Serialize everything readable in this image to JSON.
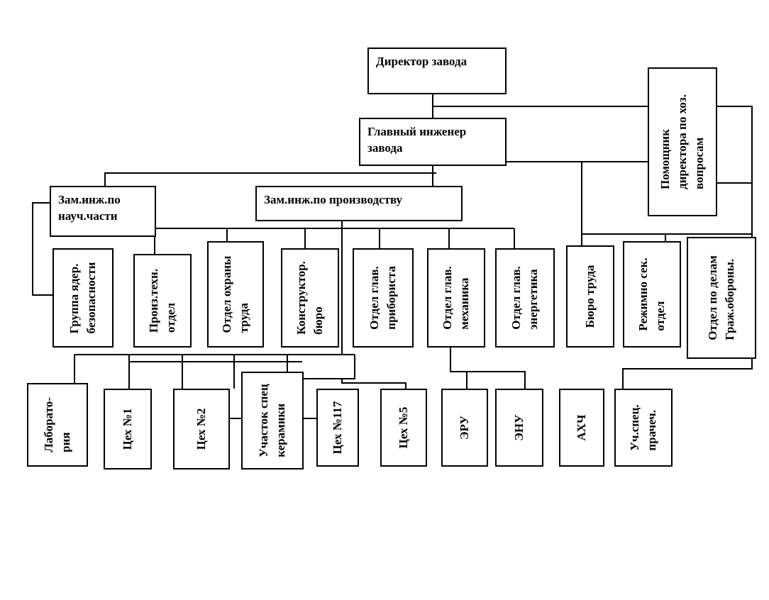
{
  "diagram": {
    "director": "Директор завода",
    "chief_engineer": "Главный инженер\nзавода",
    "assistant": "Помощник\nдиректора по хоз.\nвопросам",
    "deputy_science": "Зам.инж.по\nнауч.части",
    "deputy_production": "Зам.инж.по производству",
    "group_nuclear": "Группа ядер.\nбезопасности",
    "prod_tech": "Произ.техн.\nотдел",
    "labor_safety": "Отдел охраны\nтруда",
    "design_bureau": "Конструктор.\nбюро",
    "chief_instrument": "Отдел глав.\nприбориста",
    "chief_mechanic": "Отдел глав.\nмеханика",
    "chief_power": "Отдел глав.\nэнергетика",
    "labor_bureau": "Бюро труда",
    "regime_dept": "Режимно сек.\nотдел",
    "civil_defense": "Отдел по делам\nГраж.обороны.",
    "laboratory": "Лаборато-\nрия",
    "shop1": "Цех №1",
    "shop2": "Цех №2",
    "ceramics": "Участок спец\nкерамики",
    "shop117": "Цех №117",
    "shop5": "Цех №5",
    "eru": "ЭРУ",
    "enu": "ЭНУ",
    "ahch": "АХЧ",
    "laundry": "Уч.спец.\nпрачеч."
  }
}
